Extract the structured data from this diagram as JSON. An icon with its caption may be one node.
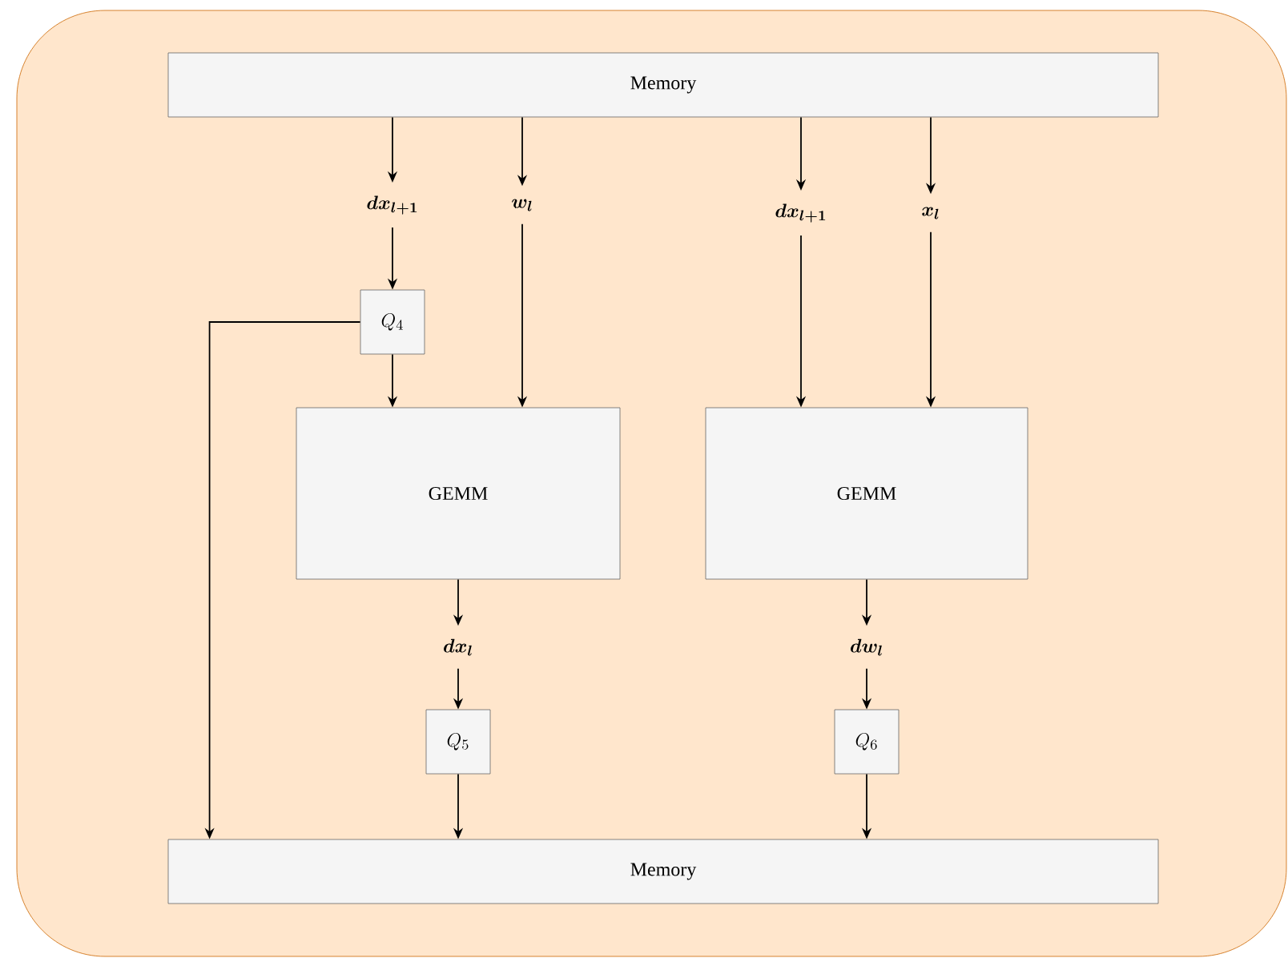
{
  "diagram": {
    "nodes": [
      {
        "text": [
          "Memory"
        ]
      },
      {
        "text": [
          "dx_{l+1}"
        ]
      },
      {
        "text": [
          "w_l"
        ]
      },
      {
        "text": [
          "dx_{l+1}"
        ]
      },
      {
        "text": [
          "x_l"
        ]
      },
      {
        "text": [
          "Q_4"
        ]
      },
      {
        "text": [
          "GEMM"
        ]
      },
      {
        "text": [
          "GEMM"
        ]
      },
      {
        "text": [
          "dx_l"
        ]
      },
      {
        "text": [
          "Q_5"
        ]
      },
      {
        "text": [
          "dw_l"
        ]
      },
      {
        "text": [
          "Q_6"
        ]
      },
      {
        "text": [
          "Memory"
        ]
      }
    ],
    "edges": [
      {
        "from": 0,
        "to": 1,
        "arrow": "to"
      },
      {
        "from": 0,
        "to": 2,
        "arrow": "to"
      },
      {
        "from": 0,
        "to": 3,
        "arrow": "to"
      },
      {
        "from": 0,
        "to": 4,
        "arrow": "to"
      },
      {
        "from": 1,
        "to": 5,
        "arrow": "to"
      },
      {
        "from": 2,
        "to": 6,
        "arrow": "to"
      },
      {
        "from": 3,
        "to": 7,
        "arrow": "to"
      },
      {
        "from": 4,
        "to": 7,
        "arrow": "to"
      },
      {
        "from": 5,
        "to": 6,
        "arrow": "to"
      },
      {
        "from": 5,
        "to": 12,
        "arrow": "to"
      },
      {
        "from": 6,
        "to": 8,
        "arrow": "to"
      },
      {
        "from": 8,
        "to": 9,
        "arrow": "to"
      },
      {
        "from": 9,
        "to": 12,
        "arrow": "to"
      },
      {
        "from": 7,
        "to": 10,
        "arrow": "to"
      },
      {
        "from": 10,
        "to": 11,
        "arrow": "to"
      },
      {
        "from": 11,
        "to": 12,
        "arrow": "to"
      }
    ]
  }
}
